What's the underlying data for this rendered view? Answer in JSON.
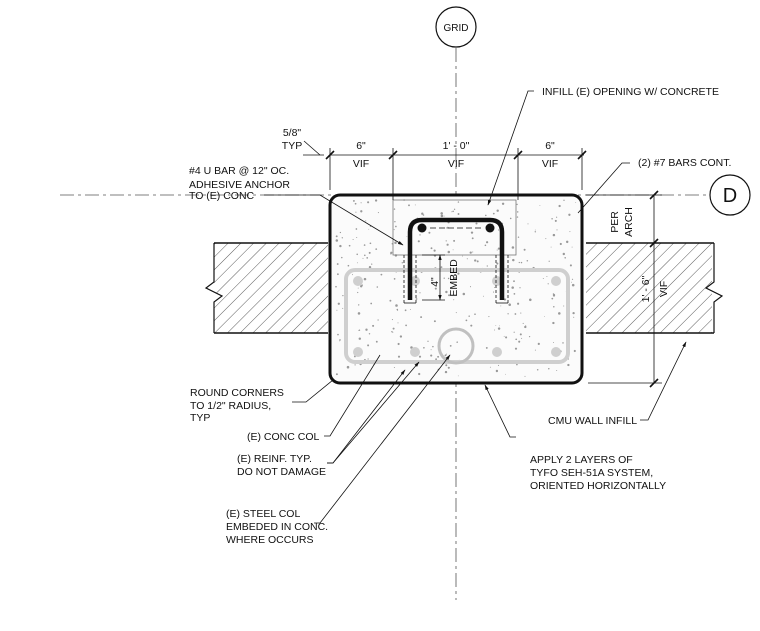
{
  "grid_bubble": {
    "label": "GRID"
  },
  "grid_marker_d": {
    "label": "D"
  },
  "dimensions": {
    "top_left": {
      "value": "6\"",
      "note": "VIF"
    },
    "top_center": {
      "value": "1' - 0\"",
      "note": "VIF"
    },
    "top_right": {
      "value": "6\"",
      "note": "VIF"
    },
    "corner": {
      "value": "5/8\"",
      "note": "TYP"
    },
    "right_height": {
      "value": "1' - 6\"",
      "note": "VIF"
    },
    "per_arch": {
      "line1": "PER",
      "line2": "ARCH"
    },
    "embed": {
      "value": "4\"",
      "note": "EMBED"
    }
  },
  "callouts": {
    "infill": "INFILL (E) OPENING W/ CONCRETE",
    "bars_cont": "(2) #7 BARS CONT.",
    "u_bar": [
      "#4 U BAR @ 12\" OC.",
      "ADHESIVE ANCHOR",
      "TO (E) CONC"
    ],
    "round_corners": [
      "ROUND CORNERS",
      "TO 1/2\" RADIUS,",
      "TYP"
    ],
    "conc_col": "(E) CONC COL",
    "reinf": [
      "(E) REINF. TYP.",
      "DO NOT DAMAGE"
    ],
    "steel_col": [
      "(E) STEEL COL",
      "EMBEDED IN CONC.",
      "WHERE OCCURS"
    ],
    "tyfo": [
      "APPLY 2 LAYERS OF",
      "TYFO SEH-51A SYSTEM,",
      "ORIENTED HORIZONTALLY"
    ],
    "cmu": "CMU WALL INFILL"
  },
  "colors": {
    "line": "#111111",
    "existing": "#c8c8c8",
    "hatch": "#333333"
  }
}
